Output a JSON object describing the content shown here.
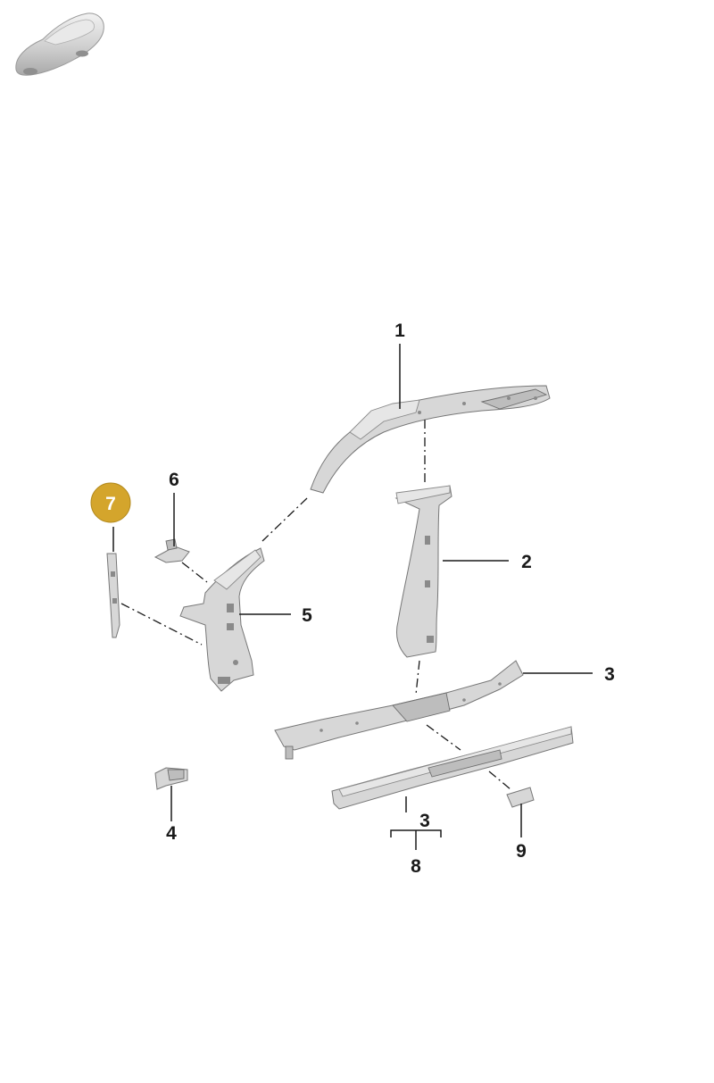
{
  "highlight_color": "#D4A52C",
  "callouts": {
    "c1": "1",
    "c2": "2",
    "c3a": "3",
    "c3b": "3",
    "c4": "4",
    "c5": "5",
    "c6": "6",
    "c7": "7",
    "c8": "8",
    "c9": "9"
  },
  "selected_callout": "7",
  "icons": {
    "vehicle": "car-silhouette-icon"
  }
}
